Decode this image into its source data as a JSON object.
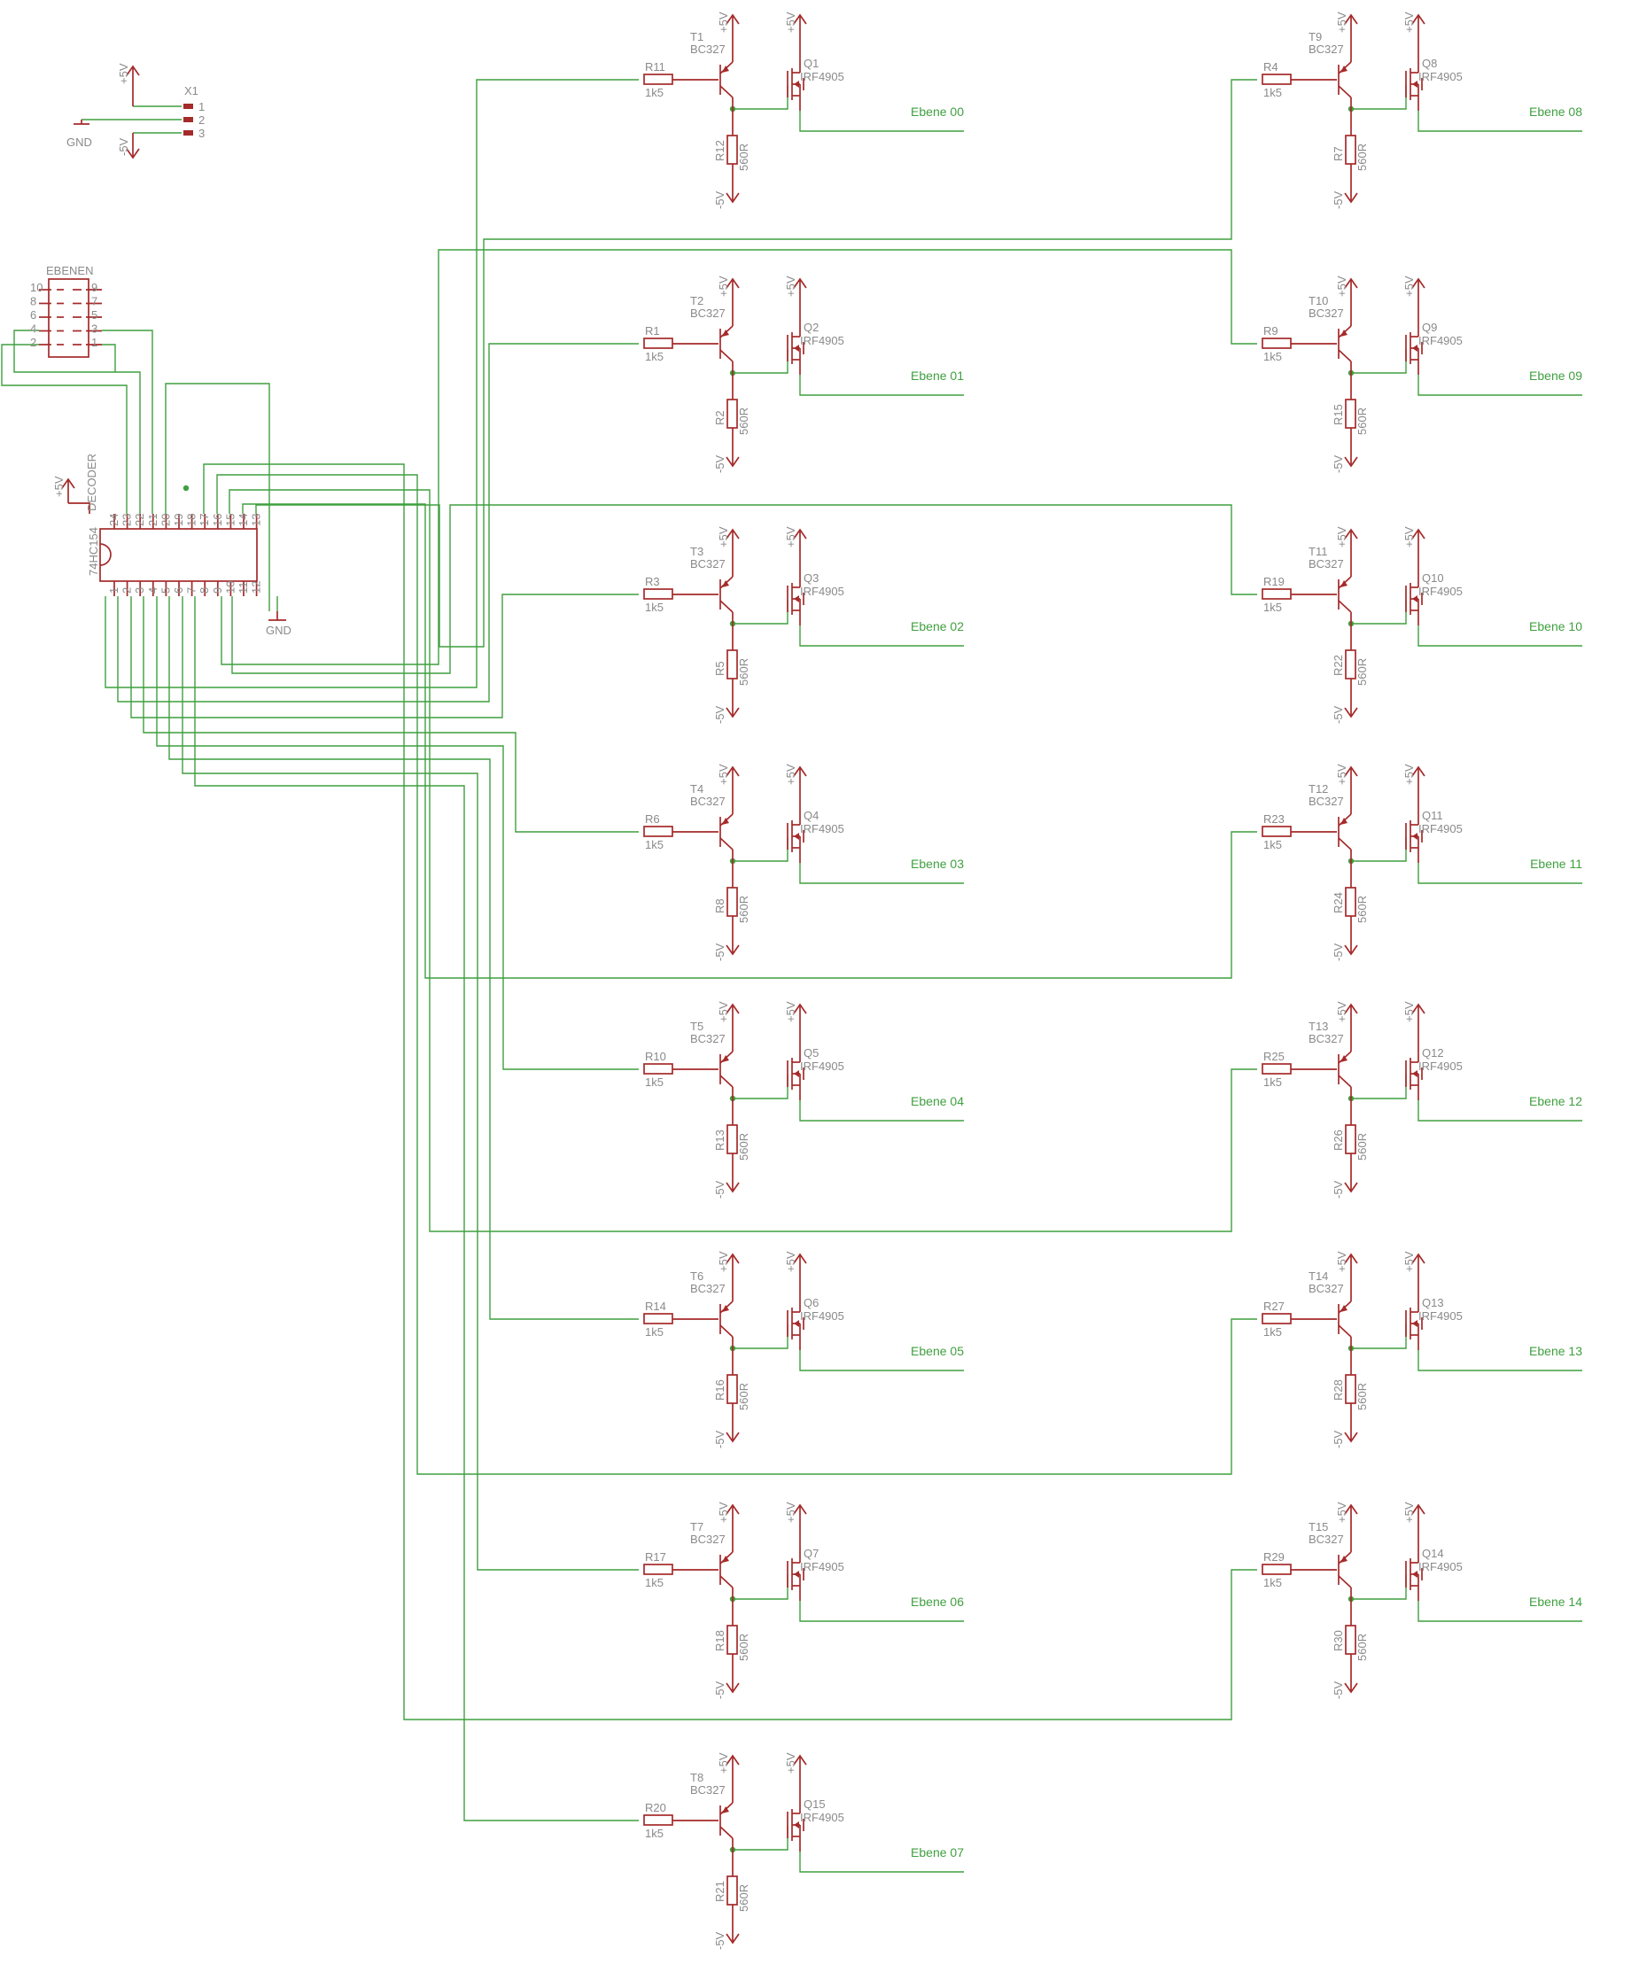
{
  "colors": {
    "background": "#ffffff",
    "component": "#a52a2a",
    "wire": "#3f9f3f",
    "label": "#8a8a8a",
    "net_label": "#3f9f3f"
  },
  "power": {
    "x1": {
      "name": "X1",
      "pins": [
        "1",
        "2",
        "3"
      ],
      "plus": "+5V",
      "minus": "-5V",
      "gnd": "GND"
    }
  },
  "connector": {
    "name": "EBENEN",
    "left_pins": [
      "10",
      "8",
      "6",
      "4",
      "2"
    ],
    "right_pins": [
      "9",
      "7",
      "5",
      "3",
      "1"
    ]
  },
  "decoder": {
    "part": "74HC154",
    "title": "DECODER",
    "vcc": "+5V",
    "gnd": "GND",
    "top_pins": [
      "24",
      "23",
      "22",
      "21",
      "20",
      "19",
      "18",
      "17",
      "16",
      "15",
      "14",
      "13"
    ],
    "bottom_pins": [
      "1",
      "2",
      "3",
      "4",
      "5",
      "6",
      "7",
      "8",
      "9",
      "10",
      "11",
      "12"
    ]
  },
  "stages": [
    {
      "t": "T1",
      "tv": "BC327",
      "r": "R11",
      "rv": "1k5",
      "rd": "R12",
      "rdv": "560R",
      "q": "Q1",
      "qv": "IRF4905",
      "net": "Ebene 00",
      "vp": "+5V",
      "vn": "-5V"
    },
    {
      "t": "T2",
      "tv": "BC327",
      "r": "R1",
      "rv": "1k5",
      "rd": "R2",
      "rdv": "560R",
      "q": "Q2",
      "qv": "IRF4905",
      "net": "Ebene 01",
      "vp": "+5V",
      "vn": "-5V"
    },
    {
      "t": "T3",
      "tv": "BC327",
      "r": "R3",
      "rv": "1k5",
      "rd": "R5",
      "rdv": "560R",
      "q": "Q3",
      "qv": "IRF4905",
      "net": "Ebene 02",
      "vp": "+5V",
      "vn": "-5V"
    },
    {
      "t": "T4",
      "tv": "BC327",
      "r": "R6",
      "rv": "1k5",
      "rd": "R8",
      "rdv": "560R",
      "q": "Q4",
      "qv": "IRF4905",
      "net": "Ebene 03",
      "vp": "+5V",
      "vn": "-5V"
    },
    {
      "t": "T5",
      "tv": "BC327",
      "r": "R10",
      "rv": "1k5",
      "rd": "R13",
      "rdv": "560R",
      "q": "Q5",
      "qv": "IRF4905",
      "net": "Ebene 04",
      "vp": "+5V",
      "vn": "-5V"
    },
    {
      "t": "T6",
      "tv": "BC327",
      "r": "R14",
      "rv": "1k5",
      "rd": "R16",
      "rdv": "560R",
      "q": "Q6",
      "qv": "IRF4905",
      "net": "Ebene 05",
      "vp": "+5V",
      "vn": "-5V"
    },
    {
      "t": "T7",
      "tv": "BC327",
      "r": "R17",
      "rv": "1k5",
      "rd": "R18",
      "rdv": "560R",
      "q": "Q7",
      "qv": "IRF4905",
      "net": "Ebene 06",
      "vp": "+5V",
      "vn": "-5V"
    },
    {
      "t": "T8",
      "tv": "BC327",
      "r": "R20",
      "rv": "1k5",
      "rd": "R21",
      "rdv": "560R",
      "q": "Q15",
      "qv": "IRF4905",
      "net": "Ebene 07",
      "vp": "+5V",
      "vn": "-5V"
    },
    {
      "t": "T9",
      "tv": "BC327",
      "r": "R4",
      "rv": "1k5",
      "rd": "R7",
      "rdv": "560R",
      "q": "Q8",
      "qv": "IRF4905",
      "net": "Ebene 08",
      "vp": "+5V",
      "vn": "-5V"
    },
    {
      "t": "T10",
      "tv": "BC327",
      "r": "R9",
      "rv": "1k5",
      "rd": "R15",
      "rdv": "560R",
      "q": "Q9",
      "qv": "IRF4905",
      "net": "Ebene 09",
      "vp": "+5V",
      "vn": "-5V"
    },
    {
      "t": "T11",
      "tv": "BC327",
      "r": "R19",
      "rv": "1k5",
      "rd": "R22",
      "rdv": "560R",
      "q": "Q10",
      "qv": "IRF4905",
      "net": "Ebene 10",
      "vp": "+5V",
      "vn": "-5V"
    },
    {
      "t": "T12",
      "tv": "BC327",
      "r": "R23",
      "rv": "1k5",
      "rd": "R24",
      "rdv": "560R",
      "q": "Q11",
      "qv": "IRF4905",
      "net": "Ebene 11",
      "vp": "+5V",
      "vn": "-5V"
    },
    {
      "t": "T13",
      "tv": "BC327",
      "r": "R25",
      "rv": "1k5",
      "rd": "R26",
      "rdv": "560R",
      "q": "Q12",
      "qv": "IRF4905",
      "net": "Ebene 12",
      "vp": "+5V",
      "vn": "-5V"
    },
    {
      "t": "T14",
      "tv": "BC327",
      "r": "R27",
      "rv": "1k5",
      "rd": "R28",
      "rdv": "560R",
      "q": "Q13",
      "qv": "IRF4905",
      "net": "Ebene 13",
      "vp": "+5V",
      "vn": "-5V"
    },
    {
      "t": "T15",
      "tv": "BC327",
      "r": "R29",
      "rv": "1k5",
      "rd": "R30",
      "rdv": "560R",
      "q": "Q14",
      "qv": "IRF4905",
      "net": "Ebene 14",
      "vp": "+5V",
      "vn": "-5V"
    }
  ]
}
